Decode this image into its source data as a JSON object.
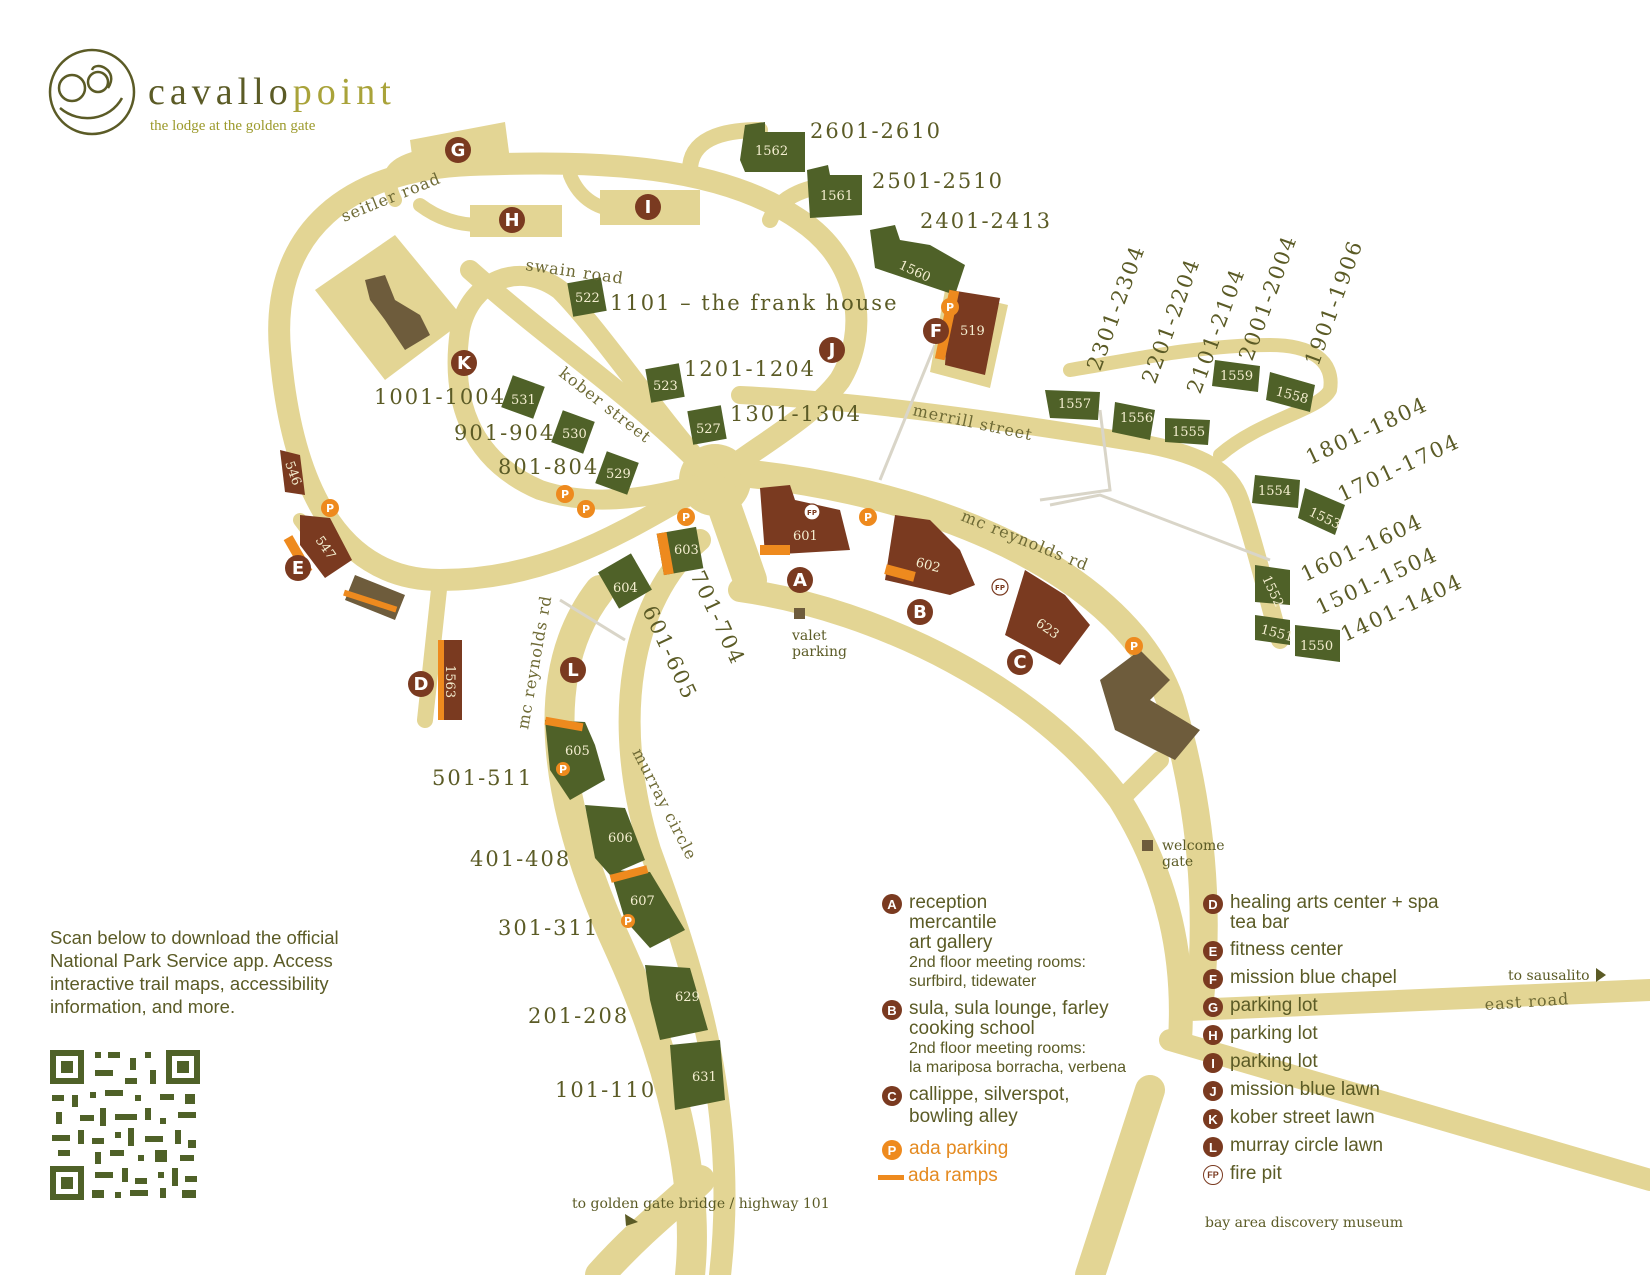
{
  "brand": {
    "name_part1": "cavallo",
    "name_part2": "point",
    "tagline": "the lodge at the golden gate"
  },
  "scan": {
    "text": "Scan below to download the official National Park Service app. Access interactive trail maps, accessibility information, and more."
  },
  "roads": {
    "seitler": "seitler road",
    "swain": "swain road",
    "kober": "kober street",
    "merrill": "merrill street",
    "mcreynolds1": "mc reynolds rd",
    "mcreynolds2": "mc reynolds rd",
    "murray": "murray circle",
    "east": "east road"
  },
  "directions": {
    "sausalito": "to sausalito",
    "ggbridge": "to golden gate bridge / highway 101",
    "museum": "bay area discovery museum",
    "valet1": "valet",
    "valet2": "parking",
    "welcome1": "welcome",
    "welcome2": "gate"
  },
  "rooms": {
    "r2601": "2601-2610",
    "r2501": "2501-2510",
    "r2401": "2401-2413",
    "r1101": "1101 –   the frank house",
    "r1201": "1201-1204",
    "r1301": "1301-1304",
    "r1001": "1001-1004",
    "r901": "901-904",
    "r801": "801-804",
    "r2301": "2301-2304",
    "r2201": "2201-2204",
    "r2101": "2101-2104",
    "r2001": "2001-2004",
    "r1901": "1901-1906",
    "r1801": "1801-1804",
    "r1701": "1701-1704",
    "r1601": "1601-1604",
    "r1501": "1501-1504",
    "r1401": "1401-1404",
    "r701": "701-704",
    "r601": "601-605",
    "r501": "501-511",
    "r401": "401-408",
    "r301": "301-311",
    "r201": "201-208",
    "r101": "101-110"
  },
  "buildings": {
    "b1562": "1562",
    "b1561": "1561",
    "b1560": "1560",
    "b519": "519",
    "b522": "522",
    "b523": "523",
    "b527": "527",
    "b531": "531",
    "b530": "530",
    "b529": "529",
    "b546": "546",
    "b547": "547",
    "b1563": "1563",
    "b601": "601",
    "b602": "602",
    "b603": "603",
    "b604": "604",
    "b623": "623",
    "b605": "605",
    "b606": "606",
    "b607": "607",
    "b629": "629",
    "b631": "631",
    "b1557": "1557",
    "b1556": "1556",
    "b1555": "1555",
    "b1559": "1559",
    "b1558": "1558",
    "b1554": "1554",
    "b1553": "1553",
    "b1552": "1552",
    "b1551": "1551",
    "b1550": "1550"
  },
  "markers": {
    "A": "A",
    "B": "B",
    "C": "C",
    "D": "D",
    "E": "E",
    "F": "F",
    "G": "G",
    "H": "H",
    "I": "I",
    "J": "J",
    "K": "K",
    "L": "L",
    "P": "P",
    "FP": "FP"
  },
  "legend": {
    "a1": "reception",
    "a2": "mercantile",
    "a3": "art gallery",
    "a4": "2nd floor meeting rooms:",
    "a5": "surfbird, tidewater",
    "b1": "sula, sula lounge, farley",
    "b2": "cooking school",
    "b3": "2nd floor meeting rooms:",
    "b4": "la mariposa borracha, verbena",
    "c1": "callippe, silverspot,",
    "c2": "bowling alley",
    "p": "ada parking",
    "ramps": "ada ramps",
    "d1": "healing arts center + spa",
    "d2": "tea bar",
    "e": "fitness center",
    "f": "mission blue chapel",
    "g": "parking lot",
    "h": "parking lot",
    "i": "parking lot",
    "j": "mission blue lawn",
    "k": "kober street lawn",
    "l": "murray circle lawn",
    "fp": "fire pit"
  },
  "colors": {
    "road": "#e3d594",
    "green": "#4f6128",
    "rust": "#7a3a20",
    "olive": "#6e5c3c",
    "orange": "#ee8a1e",
    "text": "#5b5b26"
  }
}
